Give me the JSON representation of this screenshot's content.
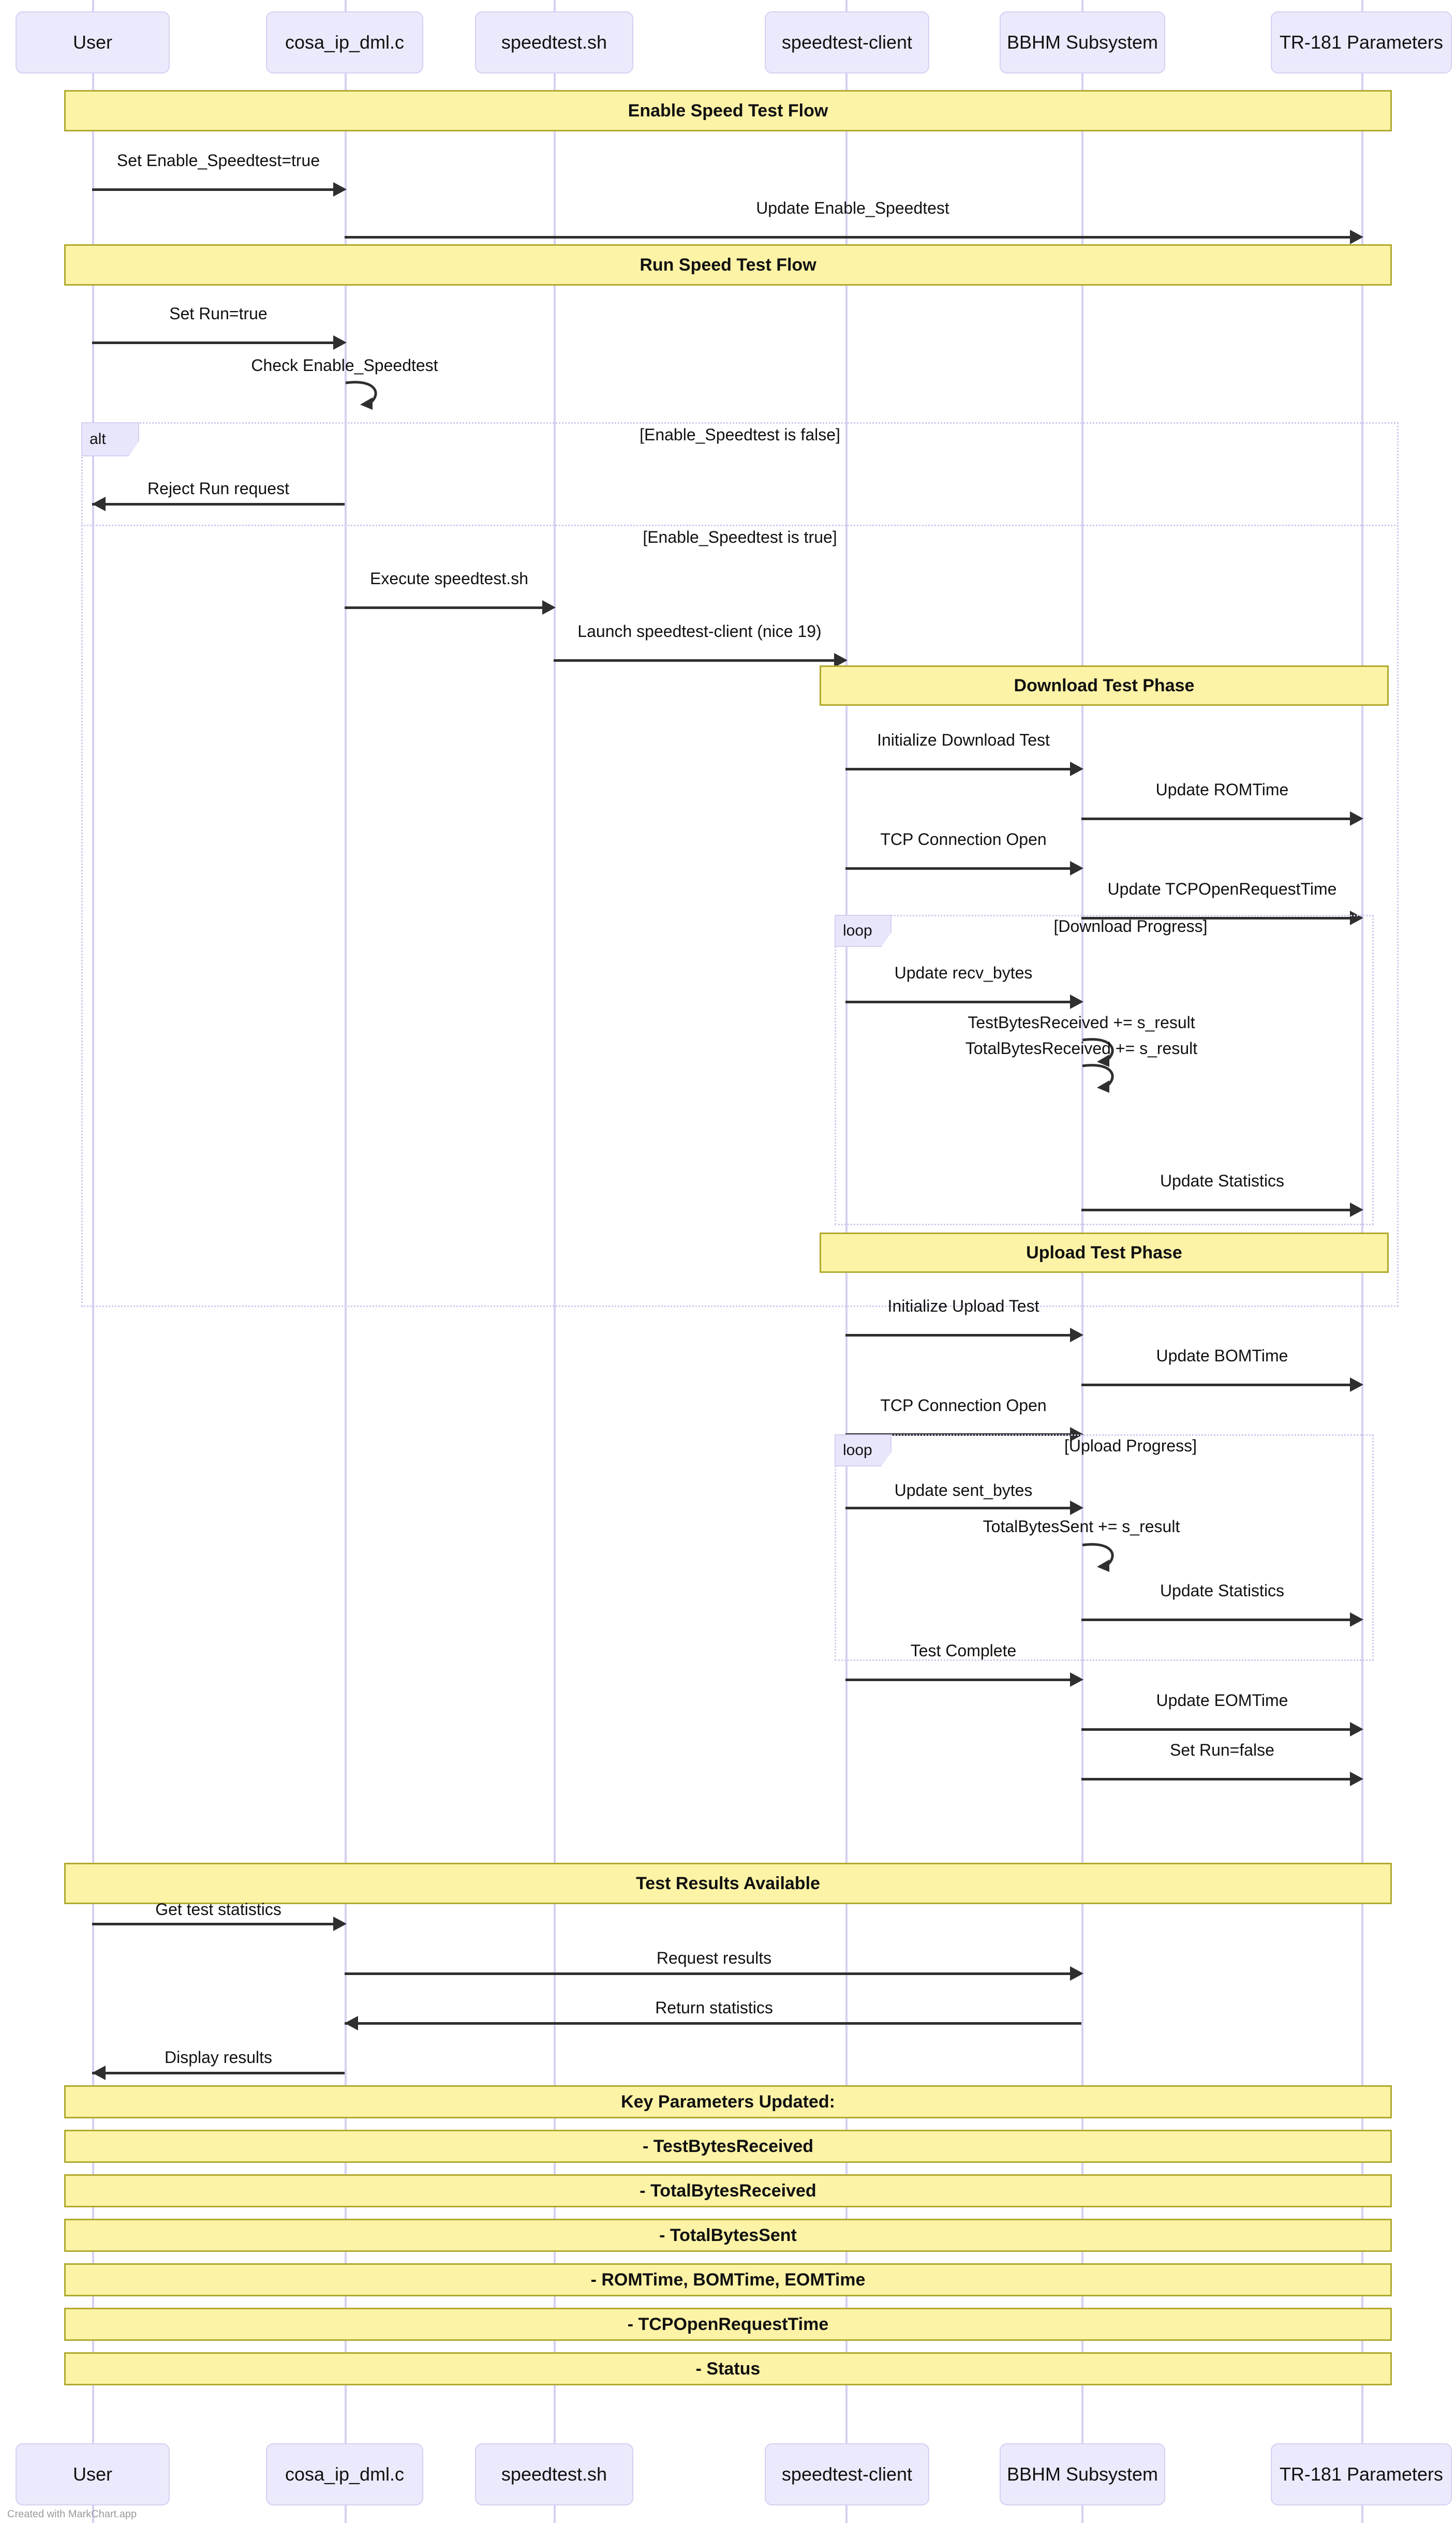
{
  "diagram": {
    "type": "sequence-diagram",
    "tool_watermark": "Created with MarkChart.app",
    "colors": {
      "participant_fill": "#ebeafc",
      "participant_border": "#d6cff2",
      "lifeline": "#d6cff2",
      "note_fill": "#fcf3a6",
      "note_border": "#b0a92e",
      "fragment_border": "#cfc8ee",
      "fragment_tag_fill": "#e8e6fb",
      "arrow": "#2f2f2f"
    }
  },
  "participants": [
    {
      "id": "user",
      "label": "User"
    },
    {
      "id": "cosa",
      "label": "cosa_ip_dml.c"
    },
    {
      "id": "sh",
      "label": "speedtest.sh"
    },
    {
      "id": "client",
      "label": "speedtest-client"
    },
    {
      "id": "bbhm",
      "label": "BBHM Subsystem"
    },
    {
      "id": "tr181",
      "label": "TR-181 Parameters"
    }
  ],
  "notes": {
    "enable_flow": "Enable Speed Test Flow",
    "run_flow": "Run Speed Test Flow",
    "download_phase": "Download Test Phase",
    "upload_phase": "Upload Test Phase",
    "results_available": "Test Results Available",
    "key_params_title": "Key Parameters Updated:",
    "key_param_1": "- TestBytesReceived",
    "key_param_2": "- TotalBytesReceived",
    "key_param_3": "- TotalBytesSent",
    "key_param_4": "- ROMTime, BOMTime, EOMTime",
    "key_param_5": "- TCPOpenRequestTime",
    "key_param_6": "- Status"
  },
  "fragments": {
    "alt": {
      "tag": "alt",
      "condition_1": "[Enable_Speedtest is false]",
      "condition_2": "[Enable_Speedtest is true]"
    },
    "loop_download": {
      "tag": "loop",
      "condition": "[Download Progress]"
    },
    "loop_upload": {
      "tag": "loop",
      "condition": "[Upload Progress]"
    }
  },
  "messages": {
    "m01": "Set Enable_Speedtest=true",
    "m02": "Update Enable_Speedtest",
    "m03": "Set Run=true",
    "m04": "Check Enable_Speedtest",
    "m05": "Reject Run request",
    "m06": "Execute speedtest.sh",
    "m07": "Launch speedtest-client (nice 19)",
    "m08": "Initialize Download Test",
    "m09": "Update ROMTime",
    "m10": "TCP Connection Open",
    "m11": "Update TCPOpenRequestTime",
    "m12": "Update recv_bytes",
    "m13": "TestBytesReceived += s_result",
    "m14": "TotalBytesReceived += s_result",
    "m15": "Update Statistics",
    "m16": "Initialize Upload Test",
    "m17": "Update BOMTime",
    "m18": "TCP Connection Open",
    "m19": "Update sent_bytes",
    "m20": "TotalBytesSent += s_result",
    "m21": "Update Statistics",
    "m22": "Test Complete",
    "m23": "Update EOMTime",
    "m24": "Set Run=false",
    "m25": "Get test statistics",
    "m26": "Request results",
    "m27": "Return statistics",
    "m28": "Display results"
  }
}
